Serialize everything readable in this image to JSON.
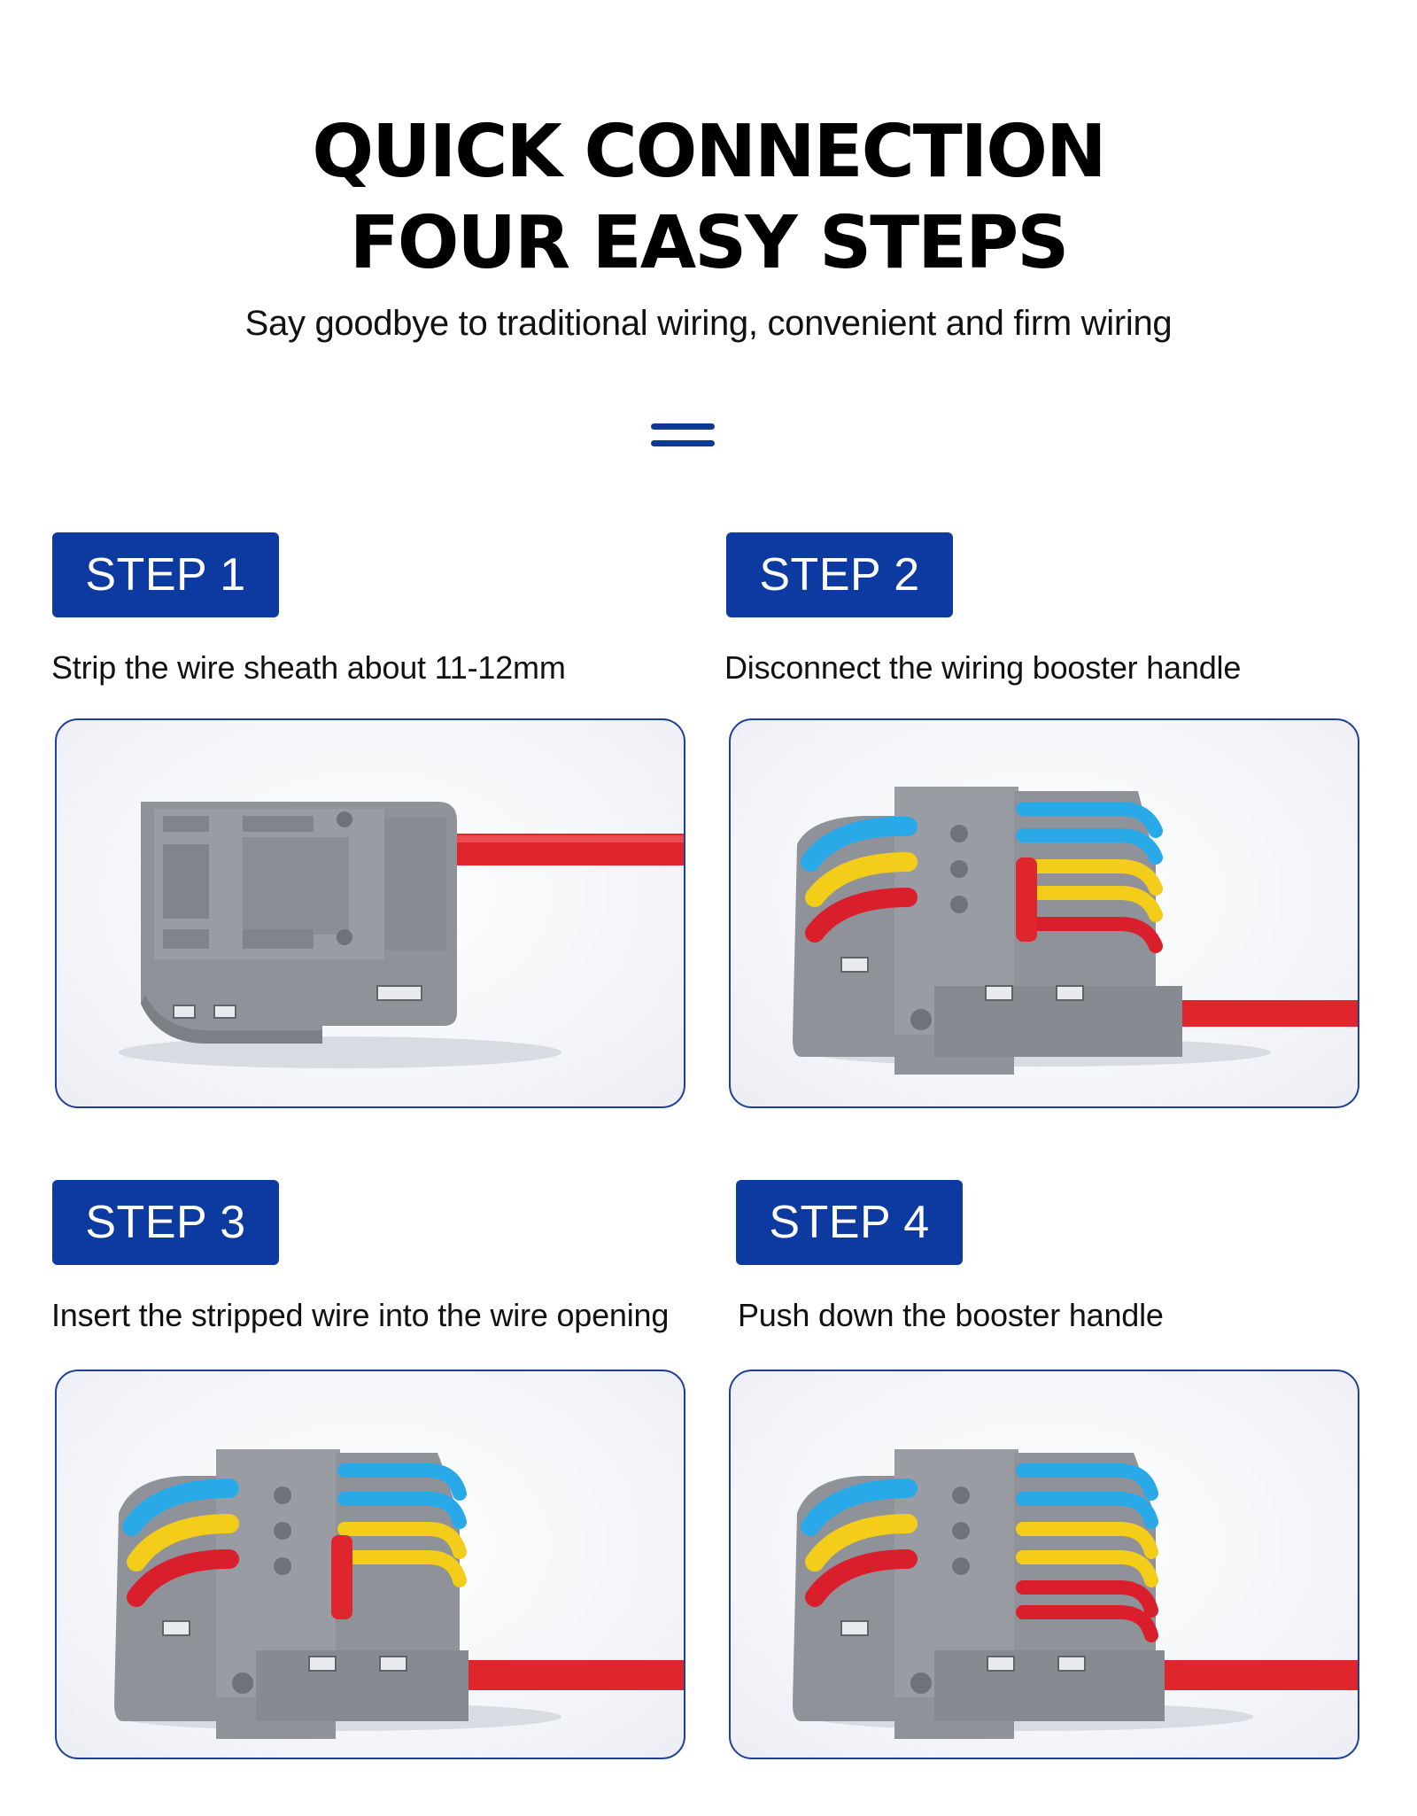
{
  "header": {
    "title_line1": "QUICK CONNECTION",
    "title_line2": "FOUR EASY STEPS",
    "subtitle": "Say goodbye to traditional wiring, convenient and firm wiring"
  },
  "colors": {
    "accent": "#0d3aa0",
    "border": "#1f3f9a",
    "connector_body": "#8f9399",
    "wire": "#e0262d",
    "lever_blue": "#2aa9e8",
    "lever_yellow": "#f4cc1a",
    "lever_red": "#d91f2b"
  },
  "steps": [
    {
      "badge": "STEP 1",
      "description": "Strip the wire sheath about 11-12mm",
      "image": "connector-stripped-wire-photo"
    },
    {
      "badge": "STEP 2",
      "description": "Disconnect the wiring booster handle",
      "image": "connector-lever-open-photo"
    },
    {
      "badge": "STEP 3",
      "description": "Insert the stripped wire into the wire opening",
      "image": "connector-wire-inserted-photo"
    },
    {
      "badge": "STEP 4",
      "description": "Push down the booster handle",
      "image": "connector-lever-closed-photo"
    }
  ]
}
